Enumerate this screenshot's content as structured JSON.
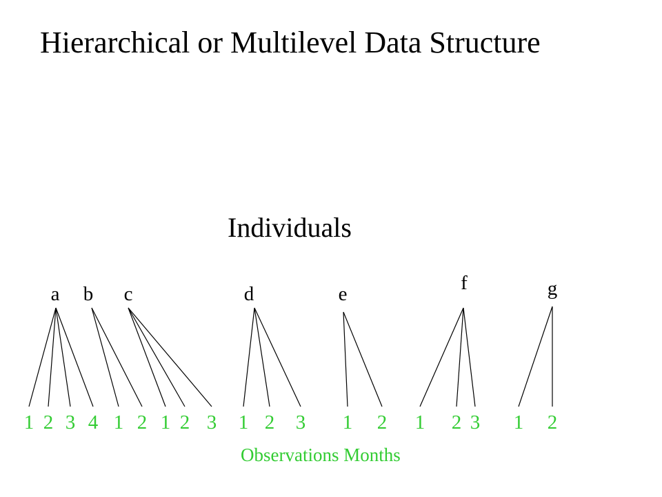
{
  "title": "Hierarchical or Multilevel Data Structure",
  "level_label": "Individuals",
  "caption": "Observations Months",
  "colors": {
    "text": "#000000",
    "observations": "#33cc33",
    "lines": "#000000"
  },
  "individuals": [
    {
      "label": "a",
      "observations": [
        "1",
        "2",
        "3",
        "4"
      ]
    },
    {
      "label": "b",
      "observations": [
        "1",
        "2"
      ]
    },
    {
      "label": "c",
      "observations": [
        "1",
        "2",
        "3"
      ]
    },
    {
      "label": "d",
      "observations": [
        "1",
        "2",
        "3"
      ]
    },
    {
      "label": "e",
      "observations": [
        "1",
        "2"
      ]
    },
    {
      "label": "f",
      "observations": [
        "1",
        "2",
        "3"
      ]
    },
    {
      "label": "g",
      "observations": [
        "1",
        "2"
      ]
    }
  ]
}
